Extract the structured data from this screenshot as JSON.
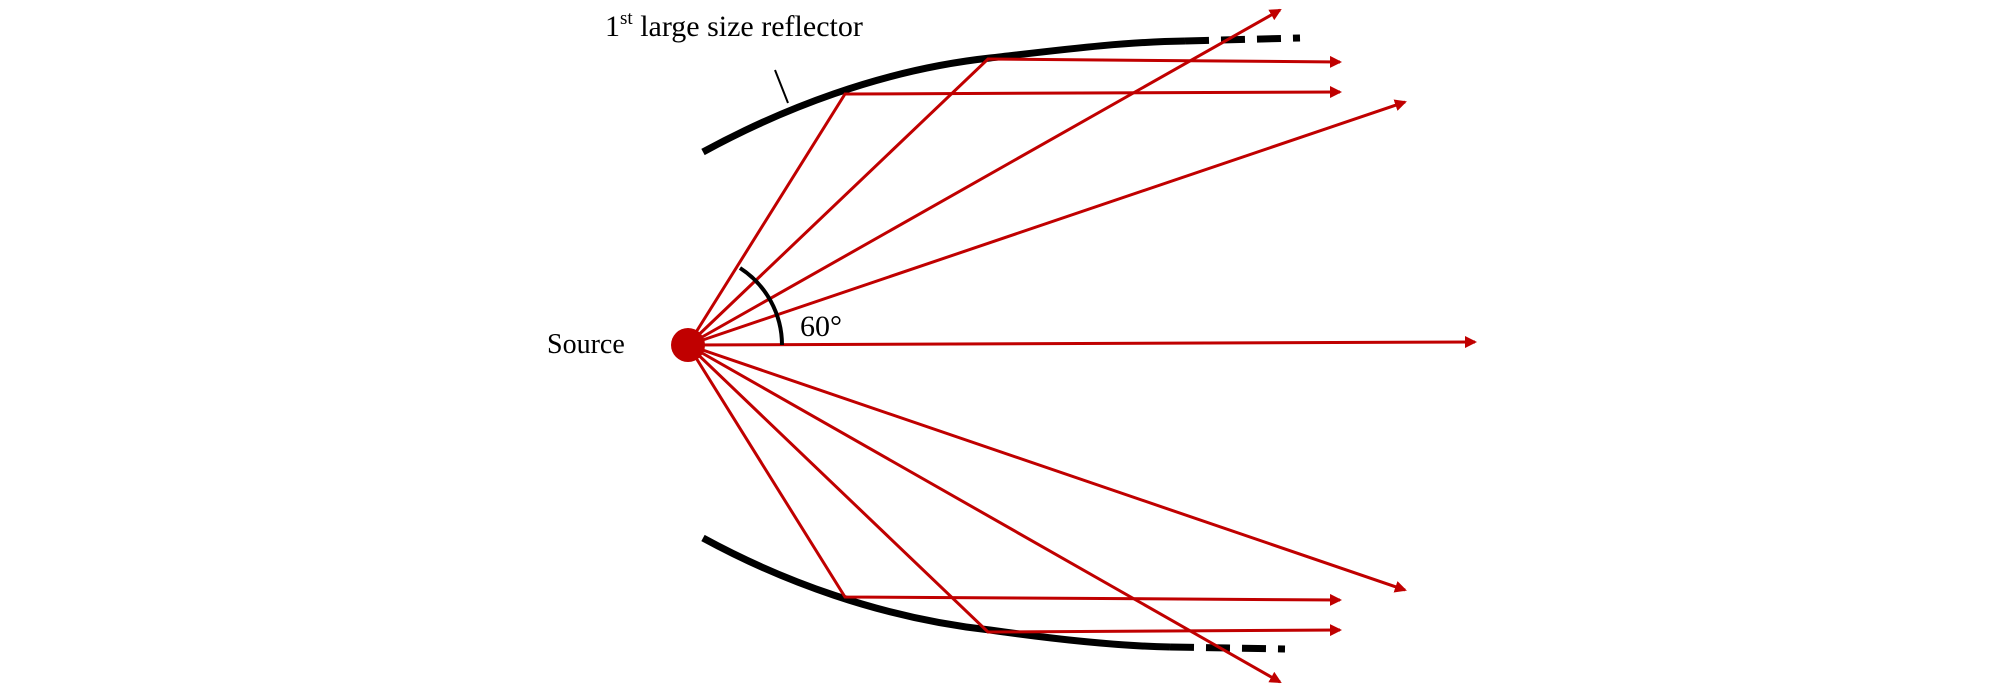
{
  "labels": {
    "reflector_number": "1",
    "reflector_superscript": "st",
    "reflector_rest": " large size reflector",
    "source": "Source",
    "angle": "60°"
  },
  "colors": {
    "ray": "#c00000",
    "reflector": "#000000",
    "source": "#c00000",
    "background": "#ffffff"
  }
}
